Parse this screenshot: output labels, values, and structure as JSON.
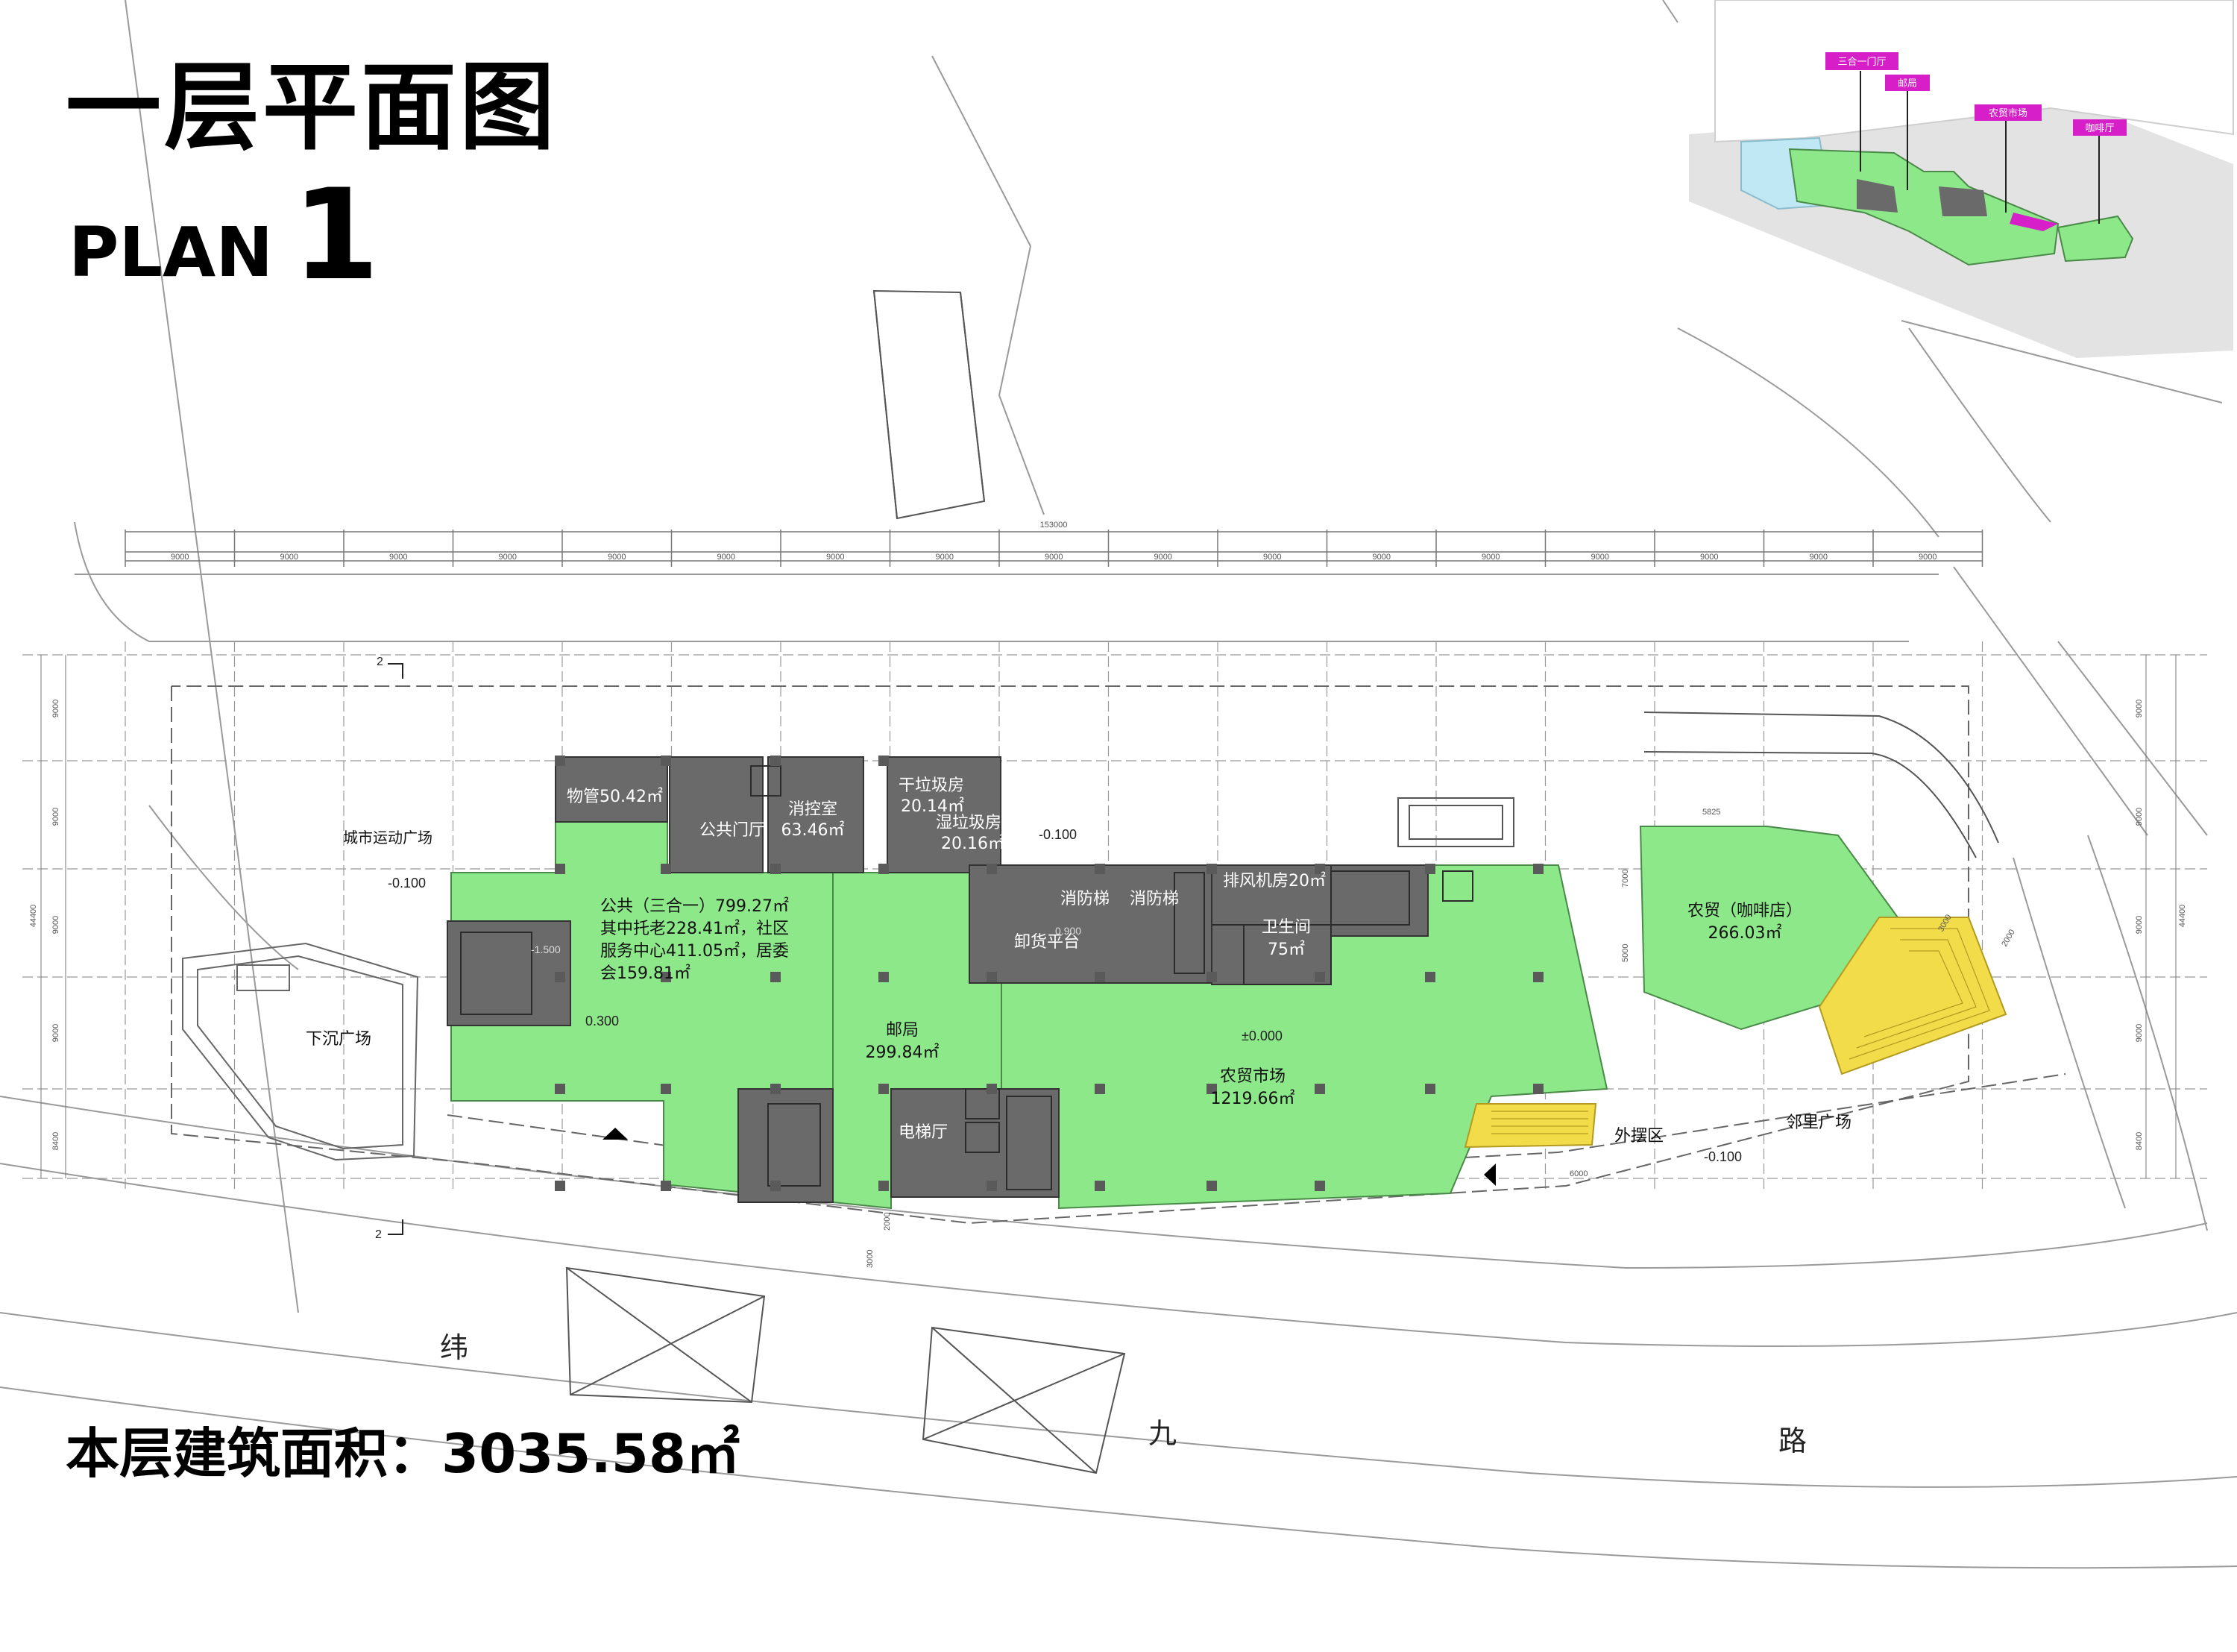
{
  "title": {
    "cn": "一层平面图",
    "plan": "PLAN",
    "number": "1"
  },
  "floor_area": "本层建筑面积：3035.58㎡",
  "colors": {
    "public_green": "#8de88a",
    "service_gray": "#6a6a6a",
    "stair_yellow": "#f2dc4a",
    "keymap_magenta": "#d61fc8",
    "line": "#9a9a9a"
  },
  "dimensions": {
    "total": "153000",
    "bays_top": [
      "9000",
      "9000",
      "9000",
      "9000",
      "9000",
      "9000",
      "9000",
      "9000",
      "9000",
      "9000",
      "9000",
      "9000",
      "9000",
      "9000",
      "9000",
      "9000",
      "9000"
    ],
    "left_side": [
      "9000",
      "9000",
      "9000",
      "9000",
      "8400"
    ],
    "left_total": "44400",
    "right_side": [
      "9000",
      "9000",
      "9000",
      "9000",
      "8400"
    ],
    "right_total": "44400",
    "misc": [
      "5825",
      "7000",
      "5000",
      "3000",
      "2000",
      "6000",
      "3000",
      "2000"
    ]
  },
  "rooms": {
    "wuguan": "物管50.42㎡",
    "gonggong_menting": "公共门厅",
    "xiaokong": [
      "消控室",
      "63.46㎡"
    ],
    "ganlaji": [
      "干垃圾房",
      "20.14㎡"
    ],
    "shilaji": [
      "湿垃圾房",
      "20.16㎡"
    ],
    "gonggong": [
      "公共（三合一）799.27㎡",
      "其中托老228.41㎡，社区",
      "服务中心411.05㎡，居委",
      "会159.81㎡"
    ],
    "youju": [
      "邮局",
      "299.84㎡"
    ],
    "xiaofangti1": "消防梯",
    "xiaofangti2": "消防梯",
    "paifeng": "排风机房20㎡",
    "weishengjian": [
      "卫生间",
      "75㎡"
    ],
    "xiehuo": "卸货平台",
    "dianti": "电梯厅",
    "nongmao_market": [
      "农贸市场",
      "1219.66㎡"
    ],
    "cafe": [
      "农贸（咖啡店）",
      "266.03㎡"
    ],
    "waibai": "外摆区",
    "linli": "邻里广场",
    "xiachen": "下沉广场",
    "chengshi": "城市运动广场"
  },
  "levels": {
    "l1": "-0.100",
    "l2": "0.300",
    "l3": "±0.000",
    "l4": "-0.100",
    "l5": "-0.100",
    "l6": "0.900",
    "l7": "-1.500"
  },
  "section_marks": [
    "2",
    "2"
  ],
  "road": [
    "纬",
    "九",
    "路"
  ],
  "keymap": {
    "labels": [
      "三合一门厅",
      "邮局",
      "农贸市场",
      "咖啡厅"
    ]
  }
}
